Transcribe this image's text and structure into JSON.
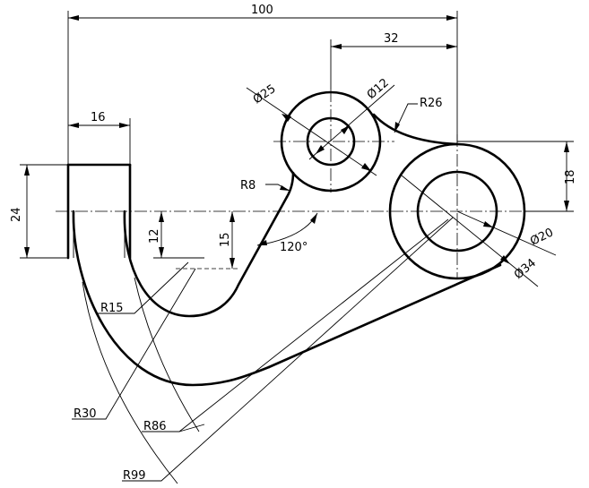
{
  "drawing": {
    "dims": {
      "overall_width": "100",
      "hole_offset": "32",
      "stem_width": "16",
      "stem_height": "24",
      "offset_12": "12",
      "offset_15": "15",
      "offset_18": "18",
      "dia_25": "Ø25",
      "dia_12": "Ø12",
      "radius_26": "R26",
      "radius_8": "R8",
      "angle_120": "120°",
      "dia_20": "Ø20",
      "dia_34": "Ø34",
      "radius_15": "R15",
      "radius_30": "R30",
      "radius_86": "R86",
      "radius_99": "R99"
    }
  }
}
